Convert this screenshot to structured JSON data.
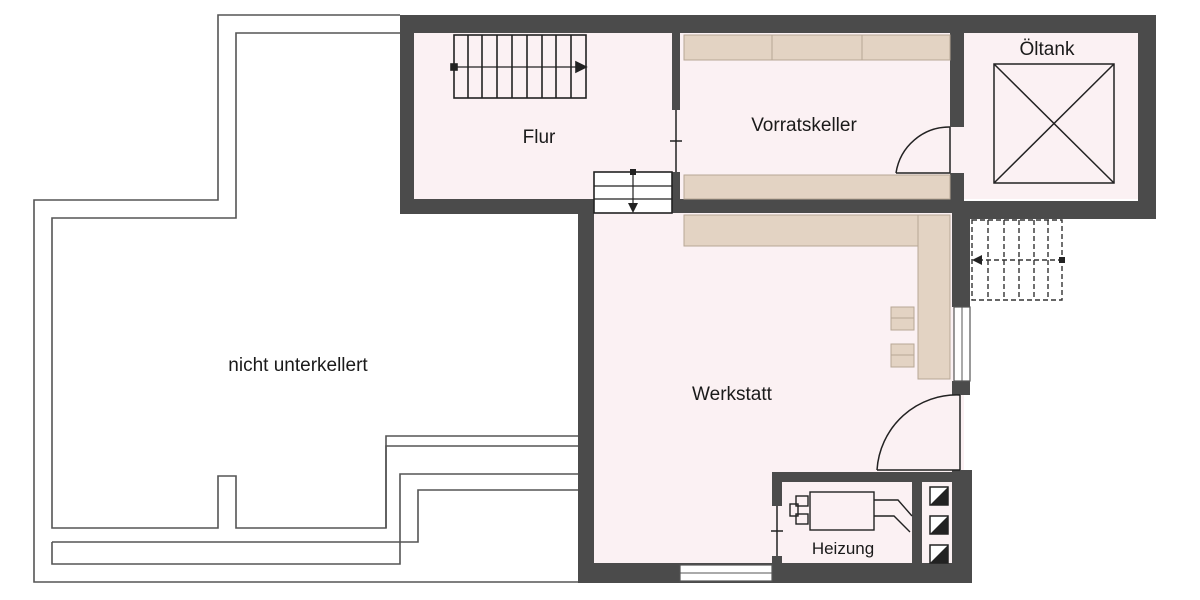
{
  "floorplan": {
    "colors": {
      "wall": "#4b4b4b",
      "floor": "#fbf1f3",
      "furniture": "#e3d3c3",
      "outline": "#555555",
      "background": "#ffffff"
    },
    "rooms": {
      "flur": "Flur",
      "vorratskeller": "Vorratskeller",
      "oeltank": "Öltank",
      "werkstatt": "Werkstatt",
      "heizung": "Heizung",
      "nicht_unterkellert": "nicht unterkellert"
    }
  }
}
